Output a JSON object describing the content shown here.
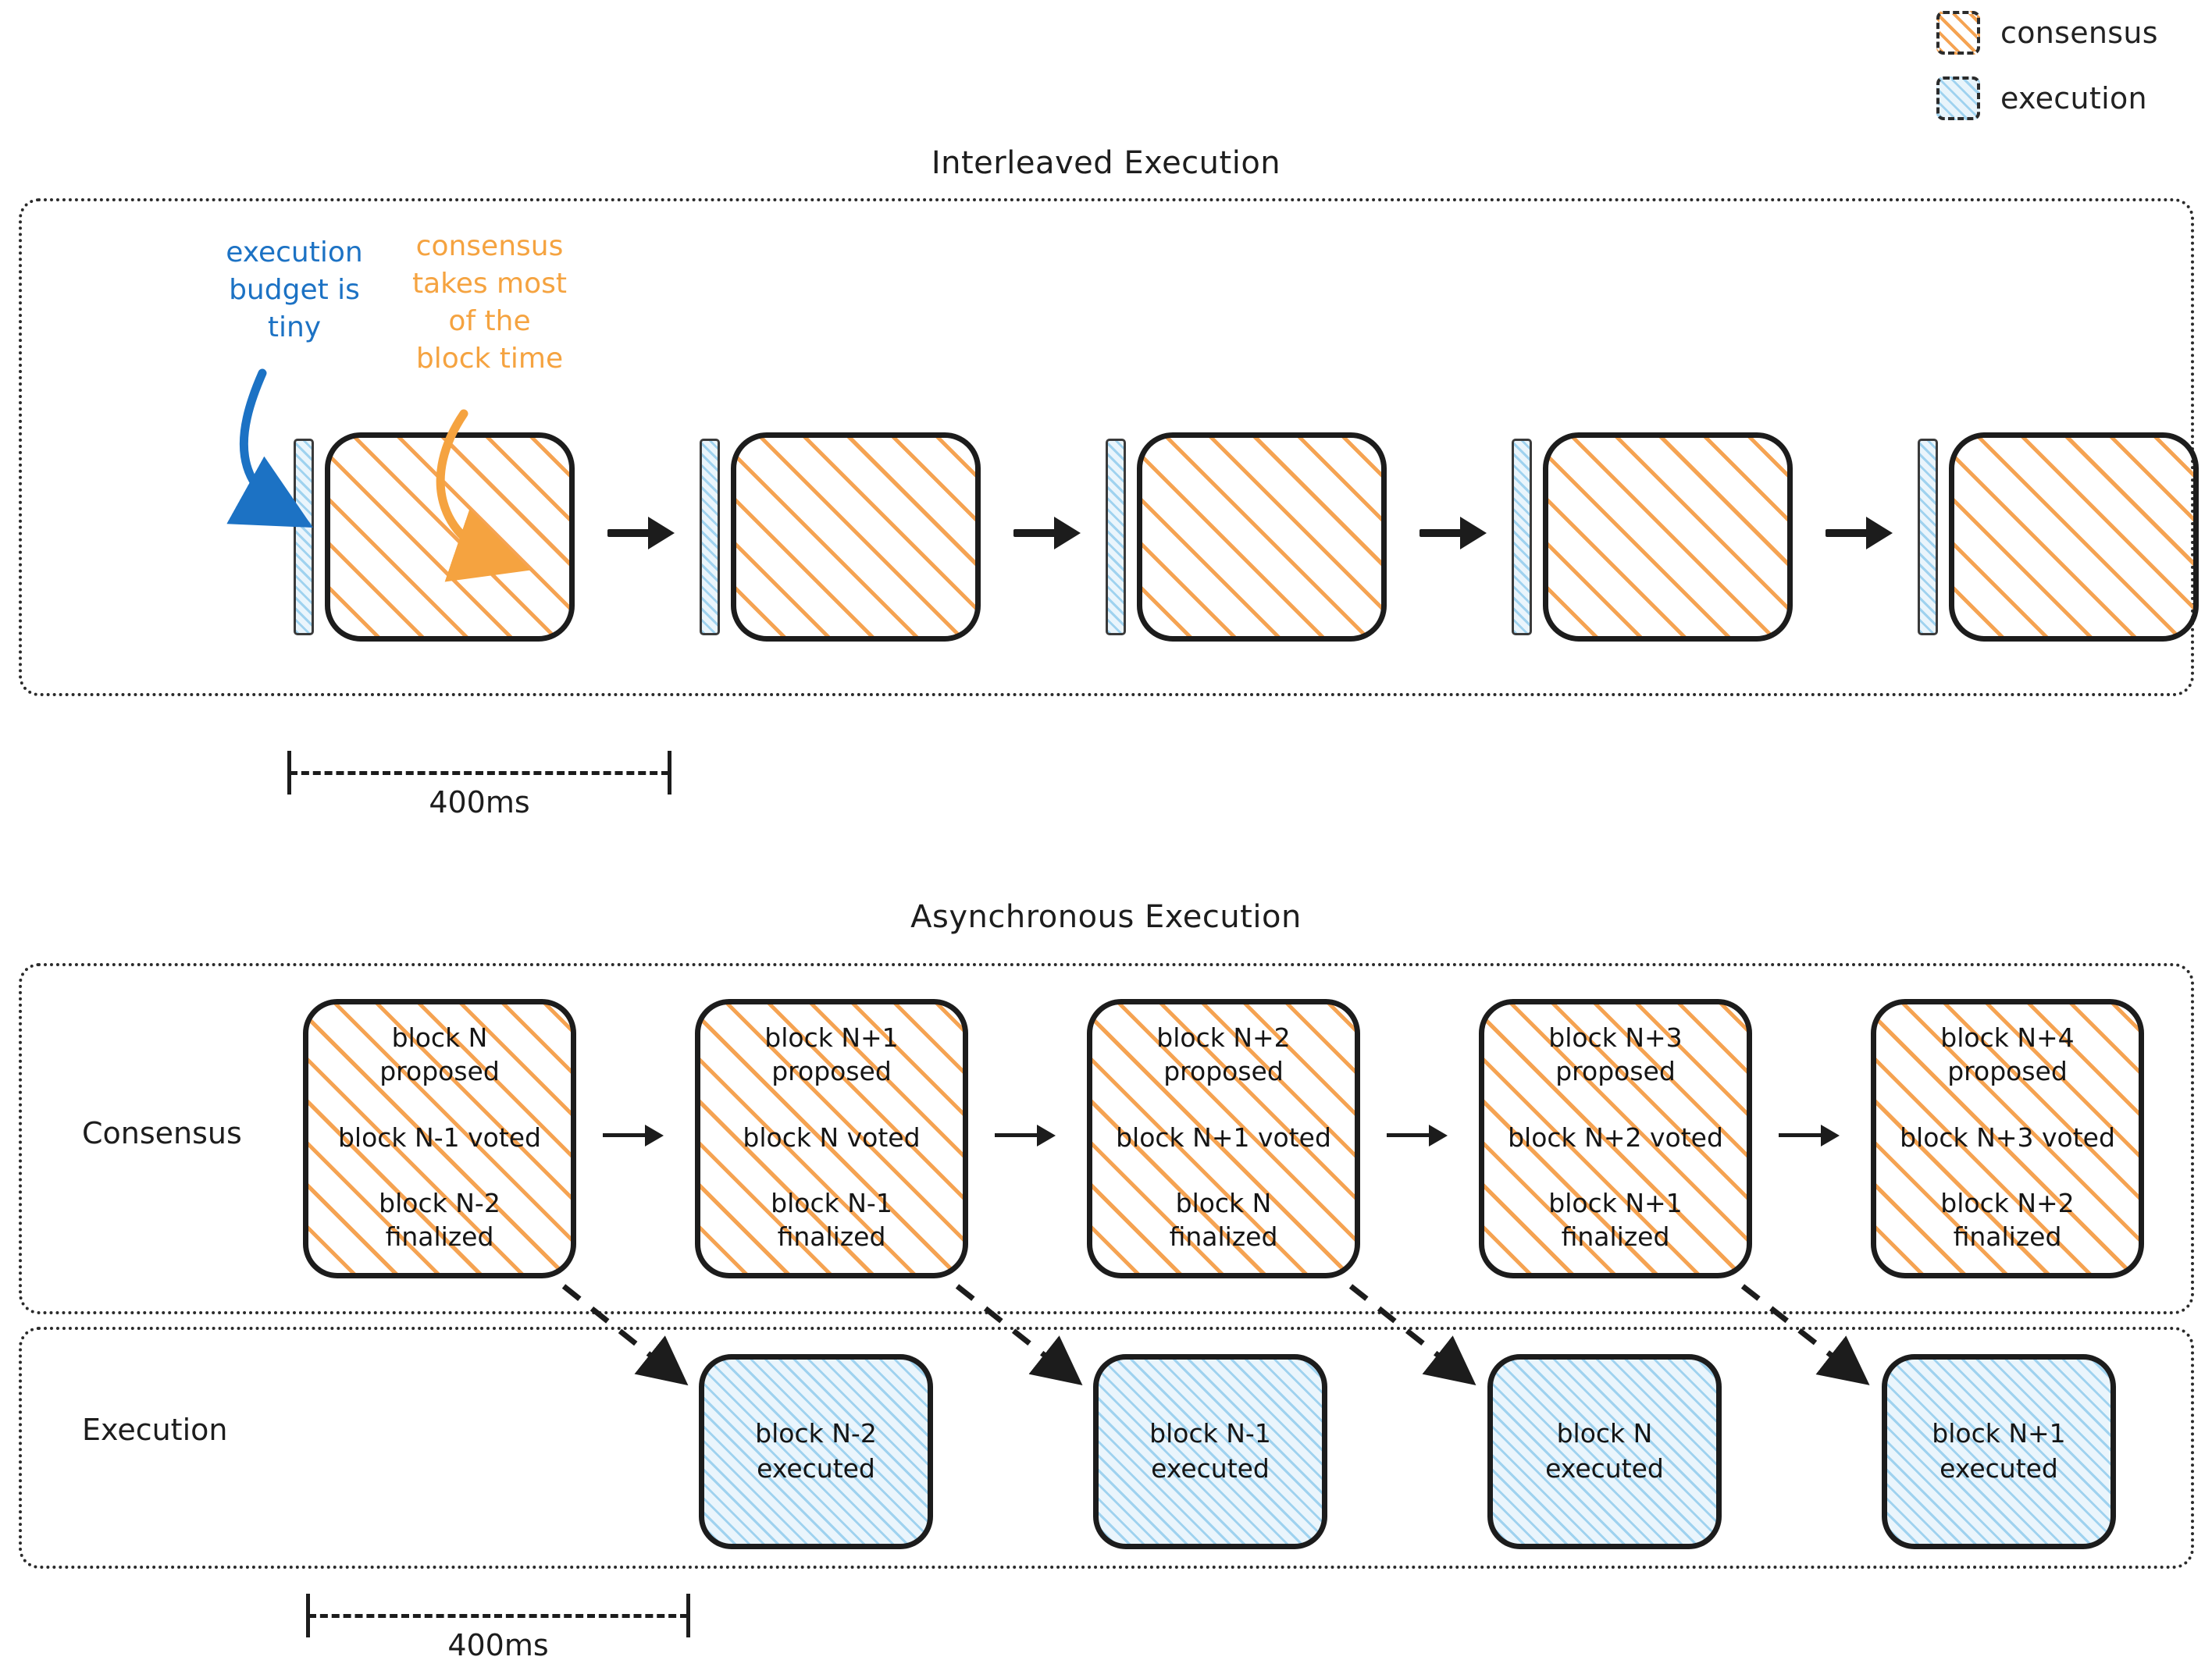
{
  "legend": {
    "items": [
      {
        "label": "consensus",
        "swatch": "consensus-hatch-swatch",
        "color": "#f5a352"
      },
      {
        "label": "execution",
        "swatch": "execution-hatch-swatch",
        "color": "#9fd2ef"
      }
    ]
  },
  "sections": {
    "interleaved": {
      "title": "Interleaved Execution",
      "callouts": [
        {
          "name": "execution-budget-callout",
          "text": "execution\nbudget is\ntiny",
          "color": "#1c72c4"
        },
        {
          "name": "consensus-blocktime-callout",
          "text": "consensus\ntakes most\nof the\nblock time",
          "color": "#f5a340"
        }
      ],
      "slot_count": 5,
      "scale": {
        "label": "400ms"
      }
    },
    "async": {
      "title": "Asynchronous Execution",
      "row_labels": {
        "consensus": "Consensus",
        "execution": "Execution"
      },
      "consensus_blocks": [
        {
          "proposed": "block N\nproposed",
          "voted": "block N-1 voted",
          "finalized": "block N-2\nfinalized"
        },
        {
          "proposed": "block N+1\nproposed",
          "voted": "block N voted",
          "finalized": "block N-1\nfinalized"
        },
        {
          "proposed": "block N+2\nproposed",
          "voted": "block N+1 voted",
          "finalized": "block N\nfinalized"
        },
        {
          "proposed": "block N+3\nproposed",
          "voted": "block N+2 voted",
          "finalized": "block N+1\nfinalized"
        },
        {
          "proposed": "block N+4\nproposed",
          "voted": "block N+3 voted",
          "finalized": "block N+2\nfinalized"
        }
      ],
      "execution_blocks": [
        {
          "text": "block N-2\nexecuted"
        },
        {
          "text": "block N-1\nexecuted"
        },
        {
          "text": "block N\nexecuted"
        },
        {
          "text": "block N+1\nexecuted"
        }
      ],
      "scale": {
        "label": "400ms"
      }
    }
  },
  "colors": {
    "consensus": "#f5a352",
    "execution": "#9fd2ef",
    "execution_fill": "#eaf5fc",
    "ink": "#1c1c1c",
    "blue_annotation": "#1c72c4",
    "orange_annotation": "#f5a340"
  }
}
